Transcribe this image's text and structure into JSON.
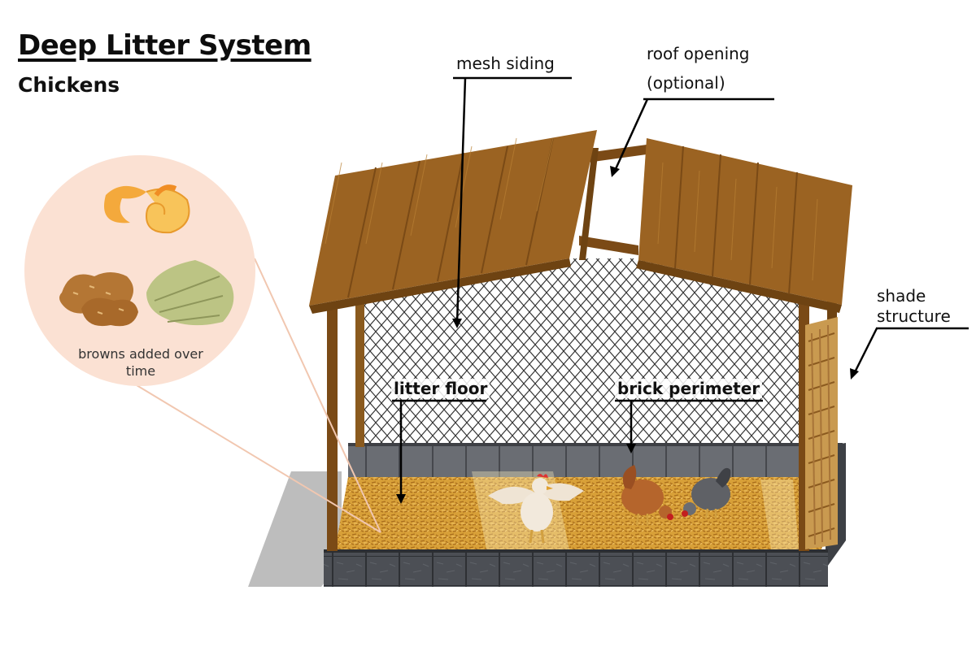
{
  "title": "Deep Litter System",
  "subtitle": "Chickens",
  "labels": {
    "mesh_siding": "mesh siding",
    "roof_opening_line1": "roof opening",
    "roof_opening_line2": "(optional)",
    "shade_structure_line1": "shade",
    "shade_structure_line2": "structure",
    "litter_floor": "litter floor",
    "brick_perimeter": "brick perimeter",
    "browns_line1": "browns added over",
    "browns_line2": "time"
  },
  "colors": {
    "roof": "#9a6121",
    "roof_dark": "#6e4312",
    "litter": "#d9a33a",
    "brick": "#4a4d52",
    "inset_circle": "#fbe1d3",
    "shadow": "#b8b8b8"
  },
  "icons": [
    "orange-peel-icon",
    "peanut-shell-icon",
    "dried-leaves-icon",
    "white-chicken-icon",
    "brown-hen-icon",
    "grey-hen-icon"
  ]
}
